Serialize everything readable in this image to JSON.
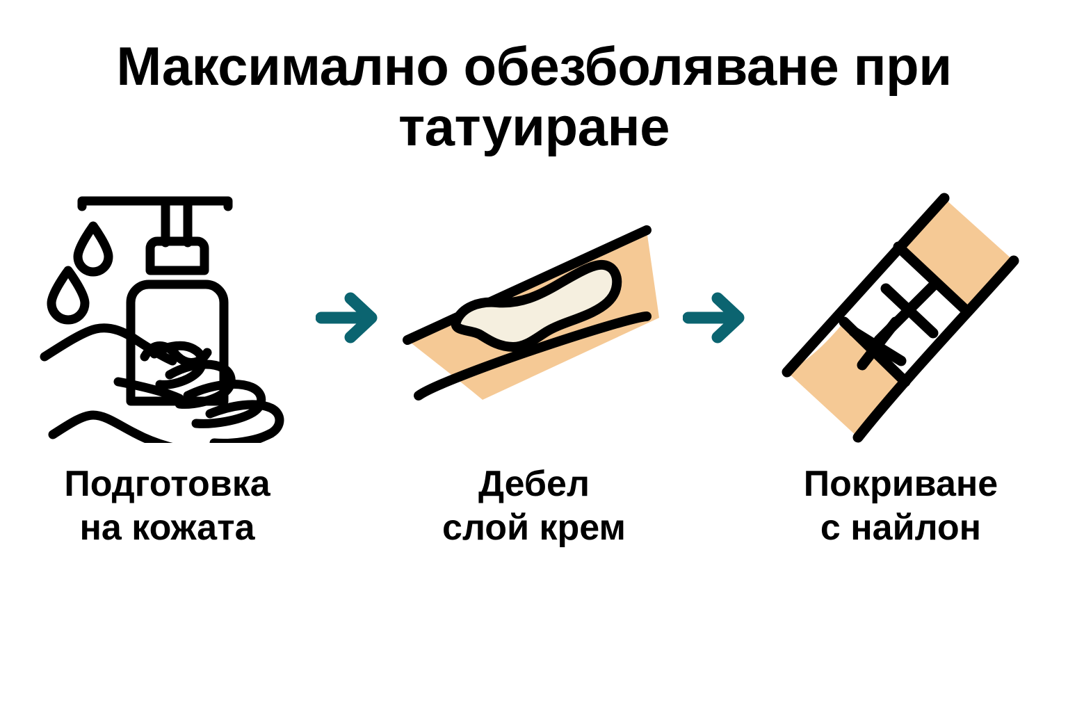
{
  "poster": {
    "title": "Максимално обезболяване при\nтатуиране",
    "background_color": "#FFFFFF",
    "ink_color": "#000000"
  },
  "palette": {
    "skin": "#F5C995",
    "cream": "#F5EFDF",
    "arrow_teal": "#0B6470",
    "outline": "#000000",
    "wrap_white": "#FFFFFF"
  },
  "steps": [
    {
      "index": 1,
      "icon_name": "hand-with-soap-dispenser-icon",
      "caption": "Подготовка\nна кожата",
      "icon_parts": [
        "soap-dispenser",
        "pump-nozzle",
        "water-drop",
        "water-drop",
        "open-hand"
      ]
    },
    {
      "index": 2,
      "icon_name": "arm-with-thick-cream-layer-icon",
      "caption": "Дебел\nслой крем",
      "icon_parts": [
        "forearm",
        "cream-blob"
      ]
    },
    {
      "index": 3,
      "icon_name": "arm-wrapped-in-plastic-film-icon",
      "caption": "Покриване\nс найлон",
      "icon_parts": [
        "forearm",
        "plastic-wrap-band",
        "x-mark",
        "x-mark"
      ]
    }
  ],
  "arrows": [
    {
      "index": 1,
      "icon_name": "arrow-right-icon",
      "color": "#0B6470"
    },
    {
      "index": 2,
      "icon_name": "arrow-right-icon",
      "color": "#0B6470"
    }
  ]
}
